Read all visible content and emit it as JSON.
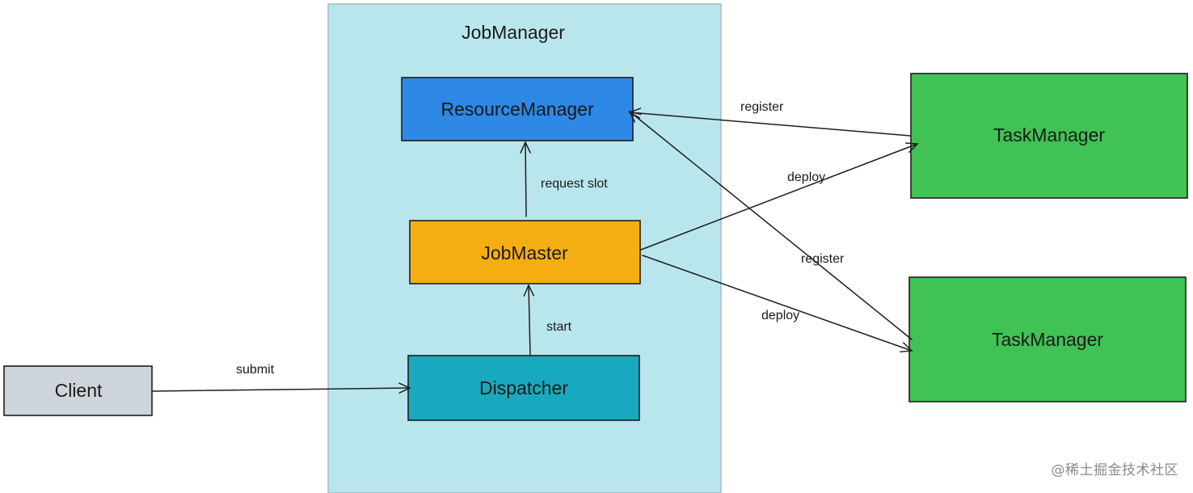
{
  "container": {
    "title": "JobManager",
    "fill": "#b9e6ec"
  },
  "nodes": {
    "resource_manager": {
      "label": "ResourceManager",
      "fill": "#2d88e6"
    },
    "job_master": {
      "label": "JobMaster",
      "fill": "#f5ae12"
    },
    "dispatcher": {
      "label": "Dispatcher",
      "fill": "#19a9bf"
    },
    "client": {
      "label": "Client",
      "fill": "#cfd5dc"
    },
    "task_manager_1": {
      "label": "TaskManager",
      "fill": "#40c254"
    },
    "task_manager_2": {
      "label": "TaskManager",
      "fill": "#40c254"
    }
  },
  "edges": {
    "submit": "submit",
    "start": "start",
    "request_slot": "request slot",
    "register_1": "register",
    "deploy_1": "deploy",
    "register_2": "register",
    "deploy_2": "deploy"
  },
  "watermark": "@稀土掘金技术社区"
}
